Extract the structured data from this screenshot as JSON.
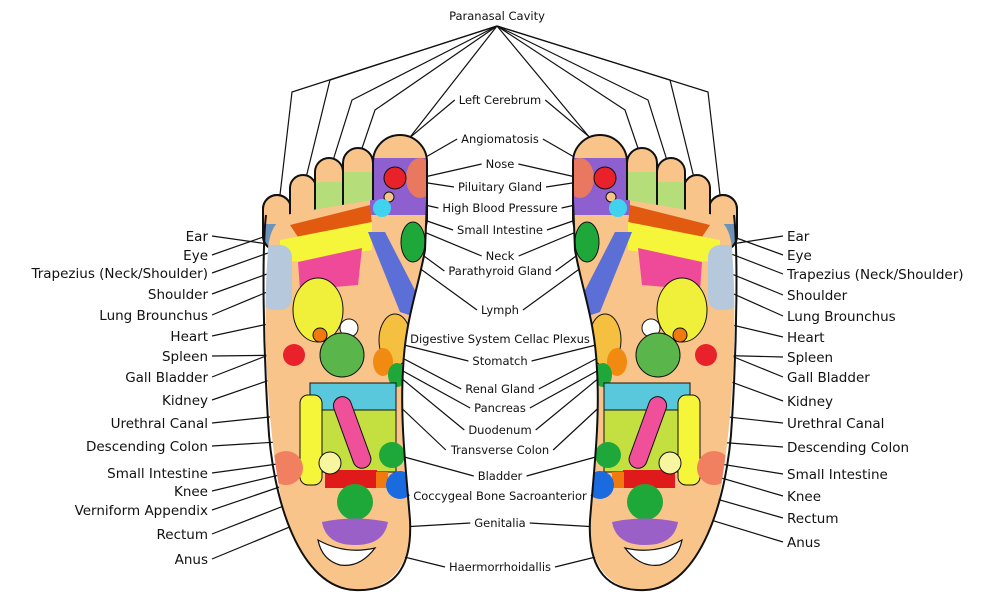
{
  "title": "Paranasal Cavity",
  "center_labels": [
    "Left Cerebrum",
    "Angiomatosis",
    "Nose",
    "Piluitary Gland",
    "High Blood Pressure",
    "Small Intestine",
    "Neck",
    "Parathyroid Gland",
    "Lymph",
    "Digestive System Cellac Plexus",
    "Stomatch",
    "Renal Gland",
    "Pancreas",
    "Duodenum",
    "Transverse Colon",
    "Bladder",
    "Coccygeal Bone Sacroanterior",
    "Genitalia",
    "Haermorrhoidallis"
  ],
  "left_labels": [
    "Ear",
    "Eye",
    "Trapezius (Neck/Shoulder)",
    "Shoulder",
    "Lung Brounchus",
    "Heart",
    "Spleen",
    "Gall Bladder",
    "Kidney",
    "Urethral Canal",
    "Descending Colon",
    "Small Intestine",
    "Knee",
    "Verniform Appendix",
    "Rectum",
    "Anus"
  ],
  "right_labels": [
    "Ear",
    "Eye",
    "Trapezius (Neck/Shoulder)",
    "Shoulder",
    "Lung Brounchus",
    "Heart",
    "Spleen",
    "Gall Bladder",
    "Kidney",
    "Urethral Canal",
    "Descending Colon",
    "Small Intestine",
    "Knee",
    "Rectum",
    "Anus"
  ],
  "colors": {
    "skin": "#f9c48a",
    "purple": "#8e5fcf",
    "red": "#e8212a",
    "salmon": "#e8785f",
    "cyan": "#3fd3ef",
    "green_dark": "#1fa83a",
    "yellow": "#f5f53a",
    "pink": "#ef4a9a",
    "blue": "#5b6fd6",
    "steel": "#6c93bb",
    "sky": "#5ac8dc",
    "lime": "#c4e040",
    "royal": "#1a6ae0",
    "orange": "#f08a10"
  }
}
